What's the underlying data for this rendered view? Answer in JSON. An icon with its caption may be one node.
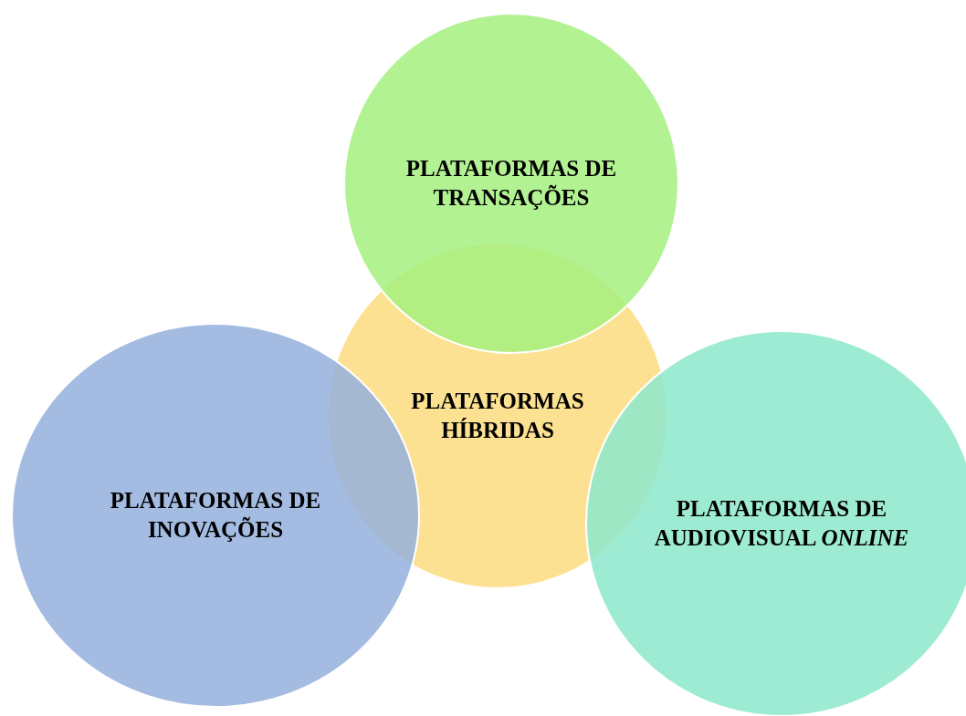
{
  "diagram": {
    "nodes": [
      {
        "text": [
          "PLATAFORMAS DE TRANSAÇÕES"
        ]
      },
      {
        "text": [
          "PLATAFORMAS HÍBRIDAS"
        ]
      },
      {
        "text": [
          "PLATAFORMAS DE INOVAÇÕES"
        ]
      },
      {
        "text": [
          "PLATAFORMAS DE AUDIOVISUAL *ONLINE*"
        ]
      }
    ]
  }
}
